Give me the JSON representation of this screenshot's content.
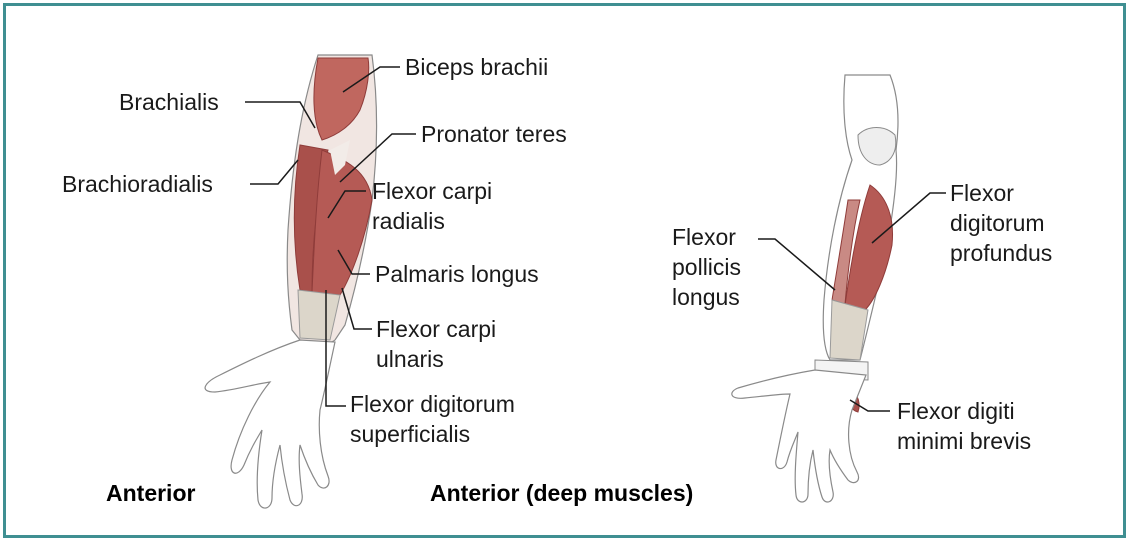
{
  "captions": {
    "left": "Anterior",
    "right": "Anterior (deep muscles)"
  },
  "labels": {
    "biceps_brachii": "Biceps brachii",
    "brachialis": "Brachialis",
    "brachioradialis": "Brachioradialis",
    "pronator_teres": "Pronator teres",
    "flexor_carpi_radialis": [
      "Flexor carpi",
      "radialis"
    ],
    "palmaris_longus": "Palmaris longus",
    "flexor_carpi_ulnaris": [
      "Flexor carpi",
      "ulnaris"
    ],
    "flexor_digitorum_superficialis": [
      "Flexor digitorum",
      "superficialis"
    ],
    "flexor_pollicis_longus": [
      "Flexor",
      "pollicis",
      "longus"
    ],
    "flexor_digitorum_profundus": [
      "Flexor",
      "digitorum",
      "profundus"
    ],
    "flexor_digiti_minimi_brevis": [
      "Flexor digiti",
      "minimi brevis"
    ]
  },
  "colors": {
    "frame": "#3f8f92",
    "muscle": "#b55a55",
    "muscle_dark": "#8f3c3a",
    "tendon": "#d9d4c8",
    "outline": "#8a8a8a"
  }
}
